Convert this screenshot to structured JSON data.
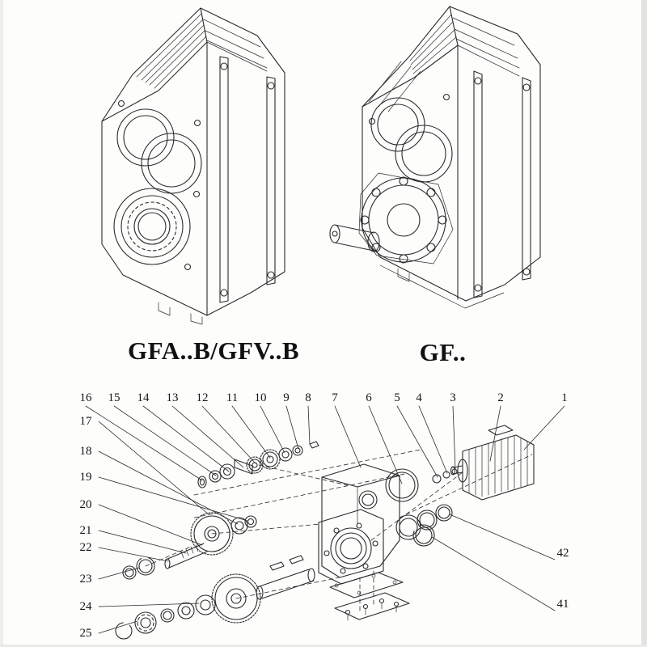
{
  "page": {
    "background": "#fdfdfc",
    "line_color": "#2b2b2b",
    "description": "Gear reducer catalog page: two isometric gearbox drawings with model captions above an exploded parts diagram with numbered callouts"
  },
  "figures": {
    "left_caption": "GFA..B/GFV..B",
    "right_caption": "GF.."
  },
  "exploded": {
    "top_row": [
      "16",
      "15",
      "14",
      "13",
      "12",
      "11",
      "10",
      "9",
      "8",
      "7",
      "6",
      "5",
      "4",
      "3",
      "2",
      "1"
    ],
    "left_column": [
      "17",
      "18",
      "19",
      "20",
      "21",
      "22",
      "23",
      "24",
      "25"
    ],
    "right_column": [
      "42",
      "41"
    ]
  }
}
